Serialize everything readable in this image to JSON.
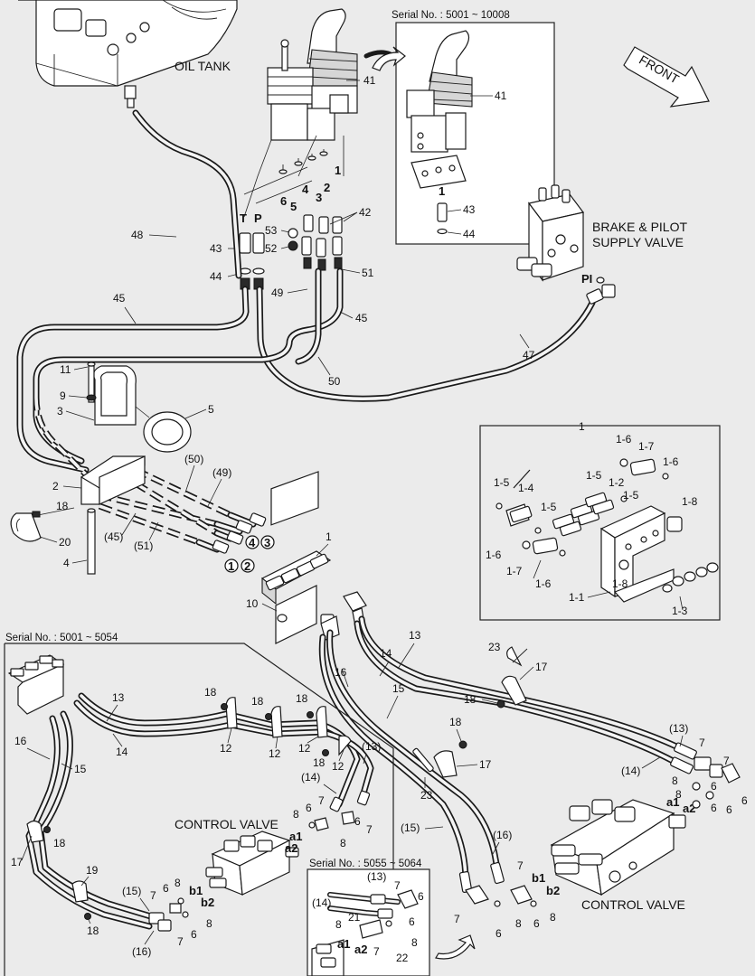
{
  "titles": {
    "oil_tank": "OIL TANK",
    "front": "FRONT",
    "brake_line1": "BRAKE & PILOT",
    "brake_line2": "SUPPLY VALVE",
    "control_valve": "CONTROL VALVE",
    "port_pi": "PI"
  },
  "serials": {
    "s1": "Serial No. : 5001 ~ 10008",
    "s2": "Serial No. : 5001 ~ 5054",
    "s3": "Serial No. : 5055 ~ 5064"
  },
  "ports": {
    "T": "T",
    "P": "P",
    "p1": "1",
    "p2": "2",
    "p3": "3",
    "p4": "4",
    "p5": "5",
    "p6": "6",
    "a1": "a1",
    "a2": "a2",
    "b1": "b1",
    "b2": "b2"
  },
  "callouts": {
    "c41": "41",
    "c42": "42",
    "c43": "43",
    "c44": "44",
    "c45": "45",
    "c47": "47",
    "c48": "48",
    "c49": "49",
    "c50": "50",
    "c51": "51",
    "c52": "52",
    "c53": "53",
    "c1": "1",
    "c2": "2",
    "c3": "3",
    "c4": "4",
    "c5": "5",
    "c6": "6",
    "c7": "7",
    "c8": "8",
    "c9": "9",
    "c10": "10",
    "c11": "11",
    "c12": "12",
    "c13": "13",
    "c14": "14",
    "c15": "15",
    "c16": "16",
    "c17": "17",
    "c18": "18",
    "c19": "19",
    "c20": "20",
    "c21": "21",
    "c22": "22",
    "c23": "23",
    "p13": "(13)",
    "p14": "(14)",
    "p15": "(15)",
    "p16": "(16)",
    "p45": "(45)",
    "p49": "(49)",
    "p50": "(50)",
    "p51": "(51)",
    "d11": "1-1",
    "d12": "1-2",
    "d13": "1-3",
    "d14": "1-4",
    "d15": "1-5",
    "d16": "1-6",
    "d17": "1-7",
    "d18": "1-8",
    "ci1": "1",
    "ci2": "2",
    "ci3": "3",
    "ci4": "4"
  },
  "colors": {
    "background": "#ebebeb",
    "line": "#1a1a1a",
    "panel": "#ffffff"
  }
}
